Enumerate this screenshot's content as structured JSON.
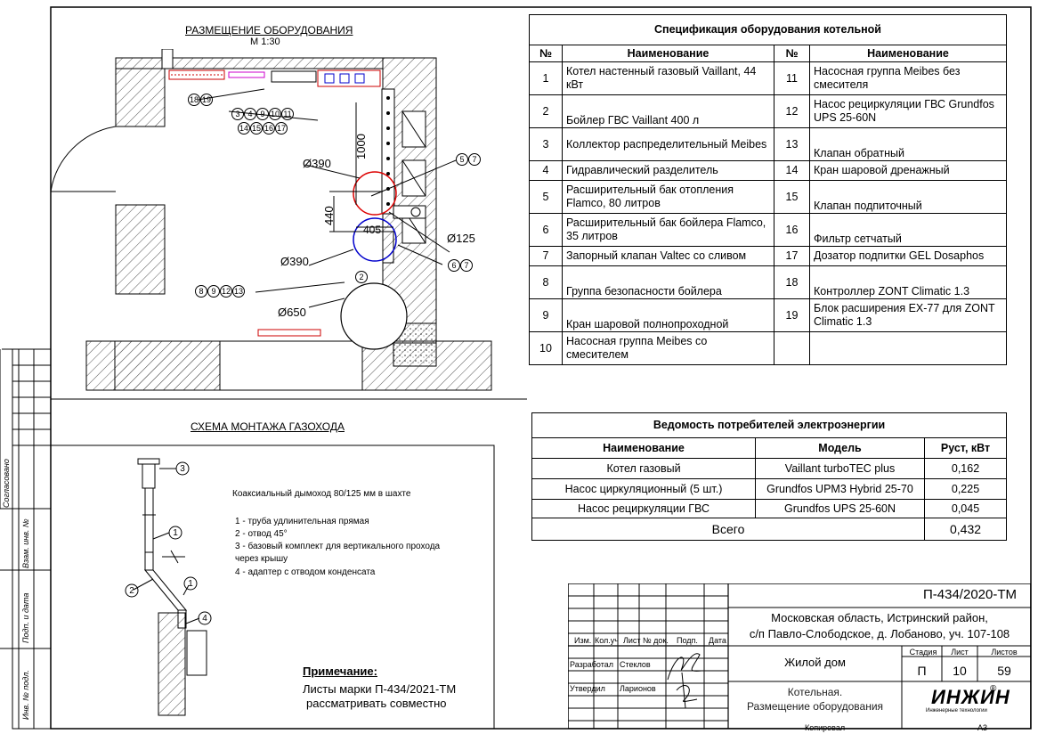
{
  "plan": {
    "title": "РАЗМЕЩЕНИЕ ОБОРУДОВАНИЯ",
    "scale": "М 1:30",
    "dims": {
      "d1000": "1000",
      "d440": "440",
      "d405": "405",
      "dia390a": "Ø390",
      "dia390b": "Ø390",
      "dia125": "Ø125",
      "dia650": "Ø650"
    },
    "callouts": {
      "a1": "18",
      "a2": "19",
      "b1": "3",
      "b2": "4",
      "b3": "9",
      "b4": "10",
      "b5": "11",
      "c1": "14",
      "c2": "15",
      "c3": "16",
      "c4": "17",
      "d1": "5",
      "d2": "7",
      "e1": "6",
      "e2": "7",
      "f1": "8",
      "f2": "9",
      "f3": "12",
      "f4": "13",
      "g1": "2"
    }
  },
  "gas": {
    "title": "СХЕМА МОНТАЖА ГАЗОХОДА",
    "lines": [
      "Коаксиальный дымоход 80/125 мм в шахте",
      "1 - труба удлинительная прямая",
      "2 - отвод 45°",
      "3 - базовый комплект для вертикального прохода",
      "через крышу",
      "4 - адаптер с отводом конденсата"
    ],
    "callouts": {
      "n3": "3",
      "n1a": "1",
      "n2": "2",
      "n1b": "1",
      "n4": "4"
    },
    "note_title": "Примечание:",
    "note_line1": "Листы марки П-434/2021-ТМ",
    "note_line2": "рассматривать совместно"
  },
  "spec": {
    "caption": "Спецификация оборудования котельной",
    "h_no": "№",
    "h_name": "Наименование",
    "rows": [
      {
        "n1": "1",
        "name1": "Котел настенный газовый Vaillant, 44 кВт",
        "n2": "11",
        "name2": "Насосная группа Meibes без смесителя"
      },
      {
        "n1": "2",
        "name1": "Бойлер ГВС Vaillant 400 л",
        "n2": "12",
        "name2": "Насос рециркуляции ГВС Grundfos UPS 25-60N"
      },
      {
        "n1": "3",
        "name1": "Коллектор распределительный Meibes",
        "n2": "13",
        "name2": "Клапан обратный"
      },
      {
        "n1": "4",
        "name1": "Гидравлический разделитель",
        "n2": "14",
        "name2": "Кран шаровой дренажный"
      },
      {
        "n1": "5",
        "name1": "Расширительный бак отопления Flamco, 80 литров",
        "n2": "15",
        "name2": "Клапан подпиточный"
      },
      {
        "n1": "6",
        "name1": "Расширительный бак бойлера Flamco, 35 литров",
        "n2": "16",
        "name2": "Фильтр сетчатый"
      },
      {
        "n1": "7",
        "name1": "Запорный клапан Valtec со сливом",
        "n2": "17",
        "name2": "Дозатор подпитки GEL Dosaphos"
      },
      {
        "n1": "8",
        "name1": "Группа безопасности бойлера",
        "n2": "18",
        "name2": "Контроллер ZONT Climatic 1.3"
      },
      {
        "n1": "9",
        "name1": "Кран шаровой полнопроходной",
        "n2": "19",
        "name2": "Блок расширения EX-77 для ZONT Climatic 1.3"
      },
      {
        "n1": "10",
        "name1": "Насосная группа Meibes со смесителем",
        "n2": "",
        "name2": ""
      }
    ]
  },
  "power": {
    "caption": "Ведомость потребителей электроэнергии",
    "h_name": "Наименование",
    "h_model": "Модель",
    "h_p": "Руст, кВт",
    "rows": [
      {
        "name": "Котел газовый",
        "model": "Vaillant turboTEC plus",
        "p": "0,162"
      },
      {
        "name": "Насос циркуляционный (5 шт.)",
        "model": "Grundfos UPM3 Hybrid 25-70",
        "p": "0,225"
      },
      {
        "name": "Насос рециркуляции ГВС",
        "model": "Grundfos UPS 25-60N",
        "p": "0,045"
      }
    ],
    "total_label": "Всего",
    "total_value": "0,432"
  },
  "stamp": {
    "code": "П-434/2020-ТМ",
    "addr1": "Московская область, Истринский район,",
    "addr2": "с/п Павло-Слободское, д. Лобаново, уч. 107-108",
    "object": "Жилой дом",
    "sheet_title1": "Котельная.",
    "sheet_title2": "Размещение оборудования",
    "h_izm": "Изм.",
    "h_koluch": "Кол.уч",
    "h_list": "Лист",
    "h_ndok": "№ док.",
    "h_podp": "Подп.",
    "h_data": "Дата",
    "role1": "Разработал",
    "name1": "Стеклов",
    "role2": "Утвердил",
    "name2": "Ларионов",
    "h_stadia": "Стадия",
    "h_sheet": "Лист",
    "h_sheets": "Листов",
    "stadia": "П",
    "sheet": "10",
    "sheets": "59",
    "logo": "ИНЖИН",
    "logo_reg": "®",
    "logo_sub": "Инженерные технологии",
    "kopiroval": "Копировал",
    "format": "А3"
  },
  "side": {
    "soglasovano": "Согласовано",
    "vzam": "Взам. инв. №",
    "podp": "Подп. и дата",
    "inv": "Инв. № подл."
  }
}
